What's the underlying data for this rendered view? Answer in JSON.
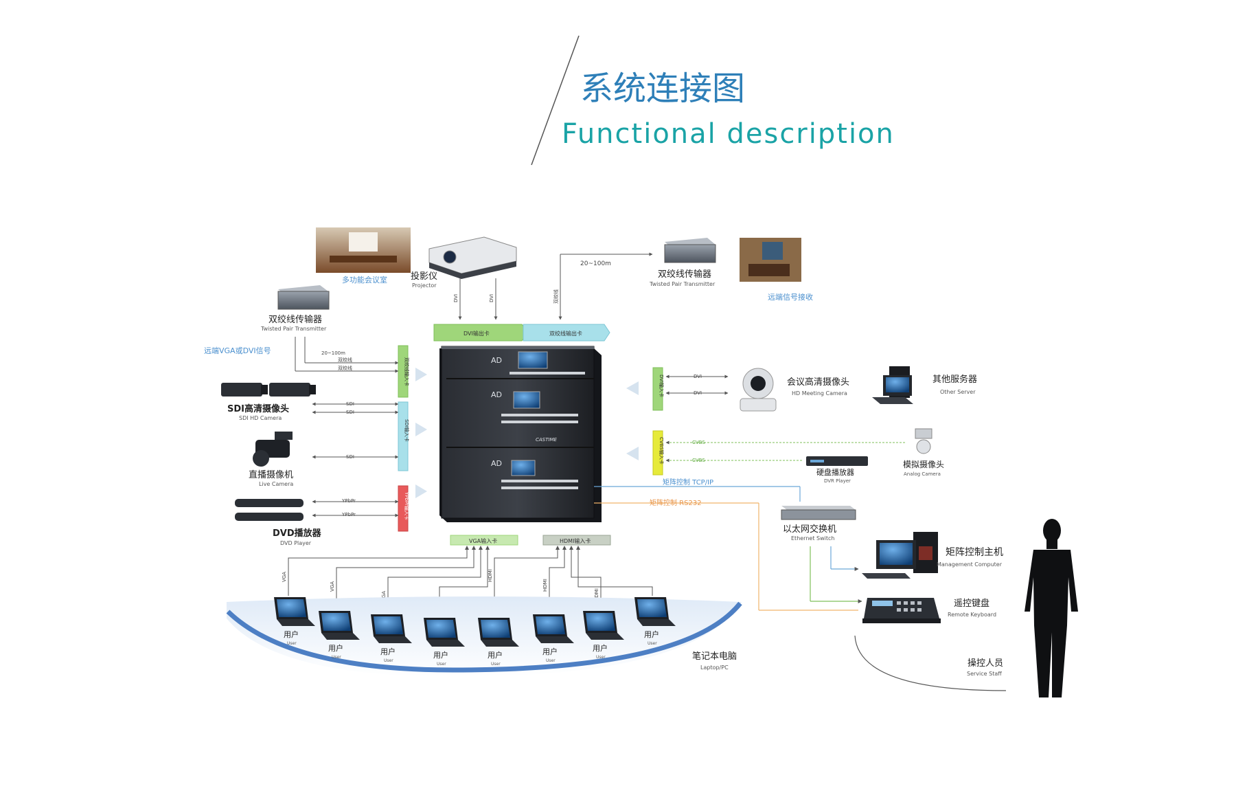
{
  "header": {
    "title_cn": "系统连接图",
    "title_en": "Functional description"
  },
  "colors": {
    "accent_blue": "#2e7fb8",
    "accent_teal": "#1aa3a6",
    "card_green": "#9fd67a",
    "card_cyan": "#a8e0ea",
    "card_red": "#e8595a",
    "card_yellow": "#e6ea3a",
    "signal_blue": "#6aa7d8",
    "signal_orange": "#f0b46a",
    "ground_blue": "#4d7fc4"
  },
  "top": {
    "conference_room_cn": "多功能会议室",
    "projector_cn": "投影仪",
    "projector_en": "Projector",
    "dvi_a": "DVI",
    "dvi_b": "DVI",
    "twisted_short": "双绞线",
    "dvi_out_card": "DVI输出卡",
    "twisted_out_card": "双绞线输出卡",
    "distance_top": "20~100m",
    "tp_right_cn": "双绞线传输器",
    "tp_right_en": "Twisted Pair Transmitter",
    "remote_recv_cn": "远端信号接收"
  },
  "left": {
    "tp_cn": "双绞线传输器",
    "tp_en": "Twisted Pair Transmitter",
    "remote_vga_dvi": "远端VGA或DVI信号",
    "distance": "20~100m",
    "twisted1": "双绞线",
    "twisted2": "双绞线",
    "twisted_in_card": "双绞线输入卡",
    "sdi_cam_cn": "SDI高清摄像头",
    "sdi_cam_en": "SDI HD Camera",
    "sdi1": "SDI",
    "sdi2": "SDI",
    "sdi3": "SDI",
    "sdi_in_card": "SDI输入卡",
    "live_cam_cn": "直播摄像机",
    "live_cam_en": "Live Camera",
    "ypbpr1": "YPbPr",
    "ypbpr2": "YPbPr",
    "ypbpr_card": "YPbPr输入卡",
    "dvd_cn": "DVD播放器",
    "dvd_en": "DVD Player"
  },
  "matrix": {
    "brand": "AD",
    "logo": "CASTIME"
  },
  "right": {
    "dvi_in_card": "DVI输入卡",
    "dvi1": "DVI",
    "dvi2": "DVI",
    "hd_cam_cn": "会议高清摄像头",
    "hd_cam_en": "HD Meeting Camera",
    "server_cn": "其他服务器",
    "server_en": "Other Server",
    "cvbs_card": "CVBS输入卡",
    "cvbs1": "CVBS",
    "cvbs2": "CVBS",
    "analog_cam_cn": "模拟摄像头",
    "analog_cam_en": "Analog Camera",
    "dvr_cn": "硬盘播放器",
    "dvr_en": "DVR Player",
    "tcpip": "矩阵控制 TCP/IP",
    "rs232": "矩阵控制 RS232",
    "switch_cn": "以太网交换机",
    "switch_en": "Ethernet Switch",
    "mgmt_cn": "矩阵控制主机",
    "mgmt_en": "Management Computer",
    "keyboard_cn": "遥控键盘",
    "keyboard_en": "Remote Keyboard",
    "staff_cn": "操控人员",
    "staff_en": "Service Staff"
  },
  "bottom": {
    "vga_card": "VGA输入卡",
    "hdmi_card": "HDMI输入卡",
    "laptop_cn": "笔记本电脑",
    "laptop_en": "Laptop/PC",
    "laptops": [
      {
        "signal": "VGA",
        "user_cn": "用户",
        "user_en": "User"
      },
      {
        "signal": "VGA",
        "user_cn": "用户",
        "user_en": "User"
      },
      {
        "signal": "VGA",
        "user_cn": "用户",
        "user_en": "User"
      },
      {
        "signal": "VGA",
        "user_cn": "用户",
        "user_en": "User"
      },
      {
        "signal": "HDMI",
        "user_cn": "用户",
        "user_en": "User"
      },
      {
        "signal": "HDMI",
        "user_cn": "用户",
        "user_en": "User"
      },
      {
        "signal": "HDMI",
        "user_cn": "用户",
        "user_en": "User"
      },
      {
        "signal": "HDMI",
        "user_cn": "用户",
        "user_en": "User"
      }
    ]
  }
}
